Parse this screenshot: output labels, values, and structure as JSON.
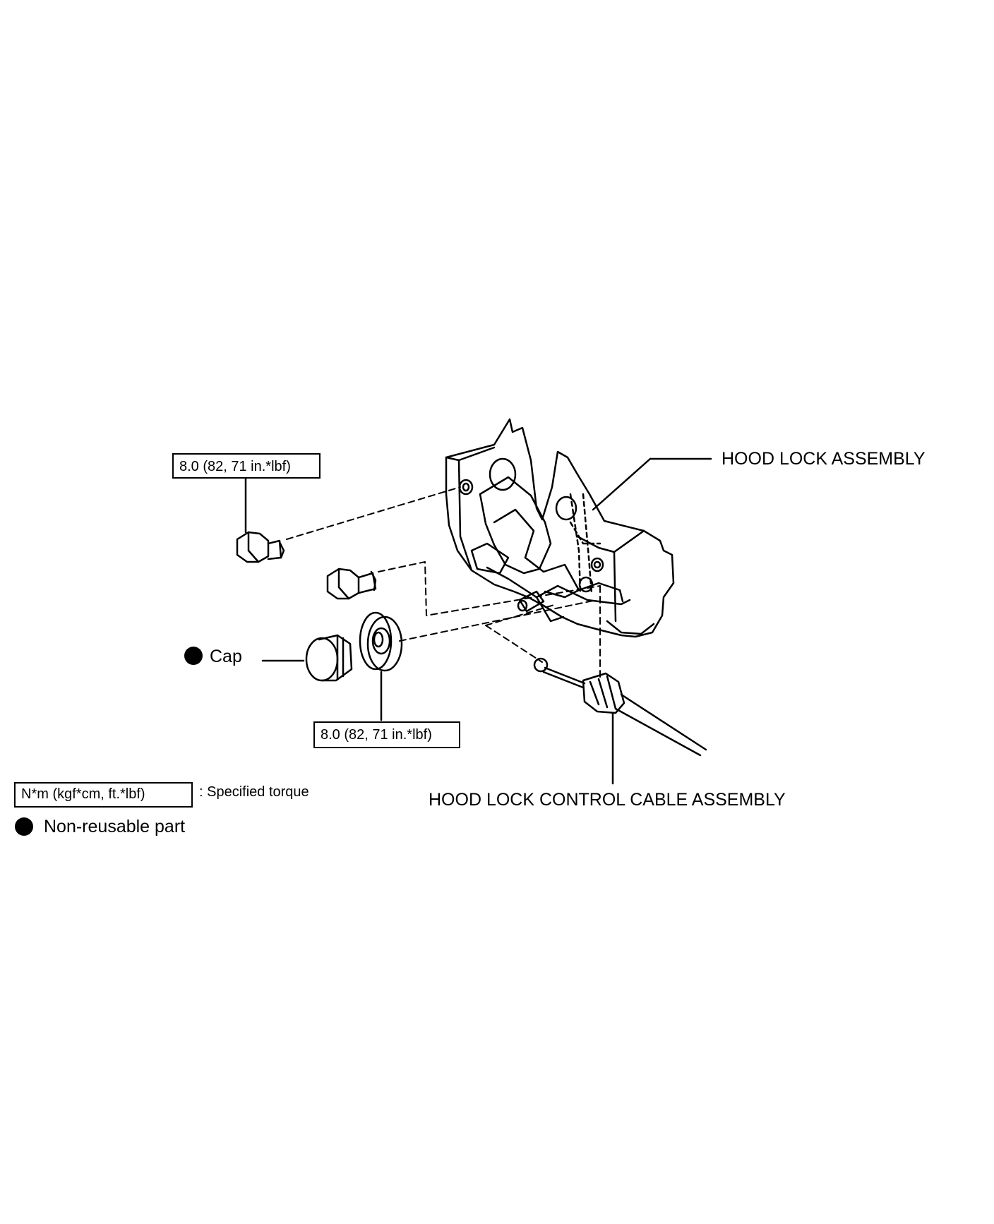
{
  "callouts": {
    "hood_lock_assembly": "HOOD LOCK ASSEMBLY",
    "hood_lock_control_cable_assembly": "HOOD LOCK CONTROL CABLE ASSEMBLY",
    "cap": "Cap"
  },
  "torque_specs": {
    "upper_bolt": "8.0 (82, 71 in.*lbf)",
    "lower_bolt": "8.0 (82, 71 in.*lbf)"
  },
  "legend": {
    "torque_unit_box": "N*m (kgf*cm, ft.*lbf)",
    "torque_description": ": Specified torque",
    "non_reusable_label": "Non-reusable part"
  }
}
